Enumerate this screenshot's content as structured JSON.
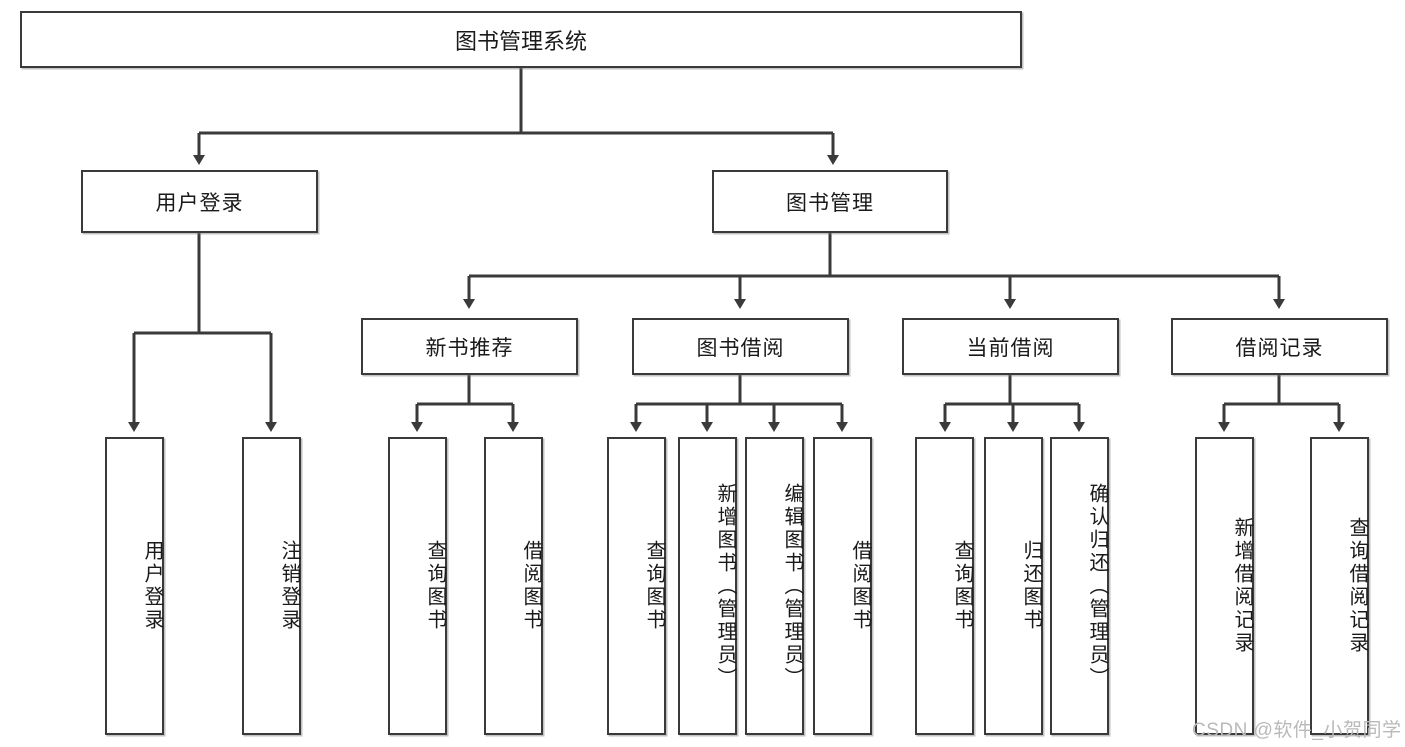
{
  "diagram": {
    "title": "图书管理系统",
    "type": "tree-hierarchy",
    "root": {
      "label": "图书管理系统"
    },
    "level2": [
      {
        "label": "用户登录"
      },
      {
        "label": "图书管理"
      }
    ],
    "level3": [
      {
        "label": "新书推荐"
      },
      {
        "label": "图书借阅"
      },
      {
        "label": "当前借阅"
      },
      {
        "label": "借阅记录"
      }
    ],
    "leaves": {
      "user_login": [
        {
          "label": "用户登录"
        },
        {
          "label": "注销登录"
        }
      ],
      "new_book_recommend": [
        {
          "label": "查询图书"
        },
        {
          "label": "借阅图书"
        }
      ],
      "book_borrow": [
        {
          "label": "查询图书"
        },
        {
          "label": "新增图书（管理员）"
        },
        {
          "label": "编辑图书（管理员）"
        },
        {
          "label": "借阅图书"
        }
      ],
      "current_borrow": [
        {
          "label": "查询图书"
        },
        {
          "label": "归还图书"
        },
        {
          "label": "确认归还（管理员）"
        }
      ],
      "borrow_record": [
        {
          "label": "新增借阅记录"
        },
        {
          "label": "查询借阅记录"
        }
      ]
    }
  },
  "watermark": {
    "text": "CSDN @软件_小贺同学"
  },
  "colors": {
    "stroke": "#3a3a3a",
    "fill": "#ffffff",
    "text": "#1a1a1a",
    "watermark": "#b9b9b9"
  }
}
